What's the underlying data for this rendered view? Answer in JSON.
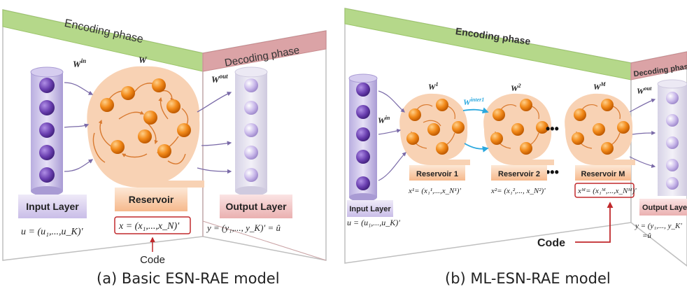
{
  "panel_a": {
    "encoding_label": "Encoding phase",
    "decoding_label": "Decoding phase",
    "w_in": "W",
    "w_in_sup": "in",
    "w": "W",
    "w_out": "W",
    "w_out_sup": "out",
    "input_layer": "Input Layer",
    "reservoir": "Reservoir",
    "output_layer": "Output Layer",
    "u_eq": "u = (u₁,...,u_K)'",
    "x_eq": "x = (x₁,...,x_N)'",
    "y_eq": "y = (y₁,..., y_K)' = û",
    "code": "Code",
    "caption": "(a) Basic ESN-RAE model"
  },
  "panel_b": {
    "encoding_label": "Encoding phase",
    "decoding_label": "Decoding phase",
    "w_in": "W",
    "w_in_sup": "in",
    "w1": "W",
    "w1_sup": "1",
    "w_inter": "W",
    "w_inter_sup": "inter1",
    "w2": "W",
    "w2_sup": "2",
    "wm": "W",
    "wm_sup": "M",
    "w_out": "W",
    "w_out_sup": "out",
    "dots": "•••",
    "reservoir1": "Reservoir 1",
    "reservoir2": "Reservoir 2",
    "reservoirm": "Reservoir M",
    "x1_eq": "x¹= (x₁¹,...,x_N¹)'",
    "x2_eq": "x²= (x₁²,..., x_N²)'",
    "xm_eq": "xᴹ= (x₁ᴹ,...,x_Nᴹ)'",
    "input_layer": "Input Layer",
    "output_layer": "Output Laye",
    "u_eq": "u = (u₁,...,u_K)'",
    "y_eq": "y = (y₁,..., y_K'",
    "y_eq2": "=û",
    "code": "Code",
    "caption": "(b) ML-ESN-RAE model"
  },
  "colors": {
    "encoding_band": "#b5d88a",
    "decoding_band": "#dba3a6",
    "node_orange": "#f28a1a",
    "node_purple": "#6a3fb0",
    "reservoir_fill": "#f8d2b4",
    "code_box": "#c0282b",
    "inter_arrow": "#2aa8de"
  }
}
